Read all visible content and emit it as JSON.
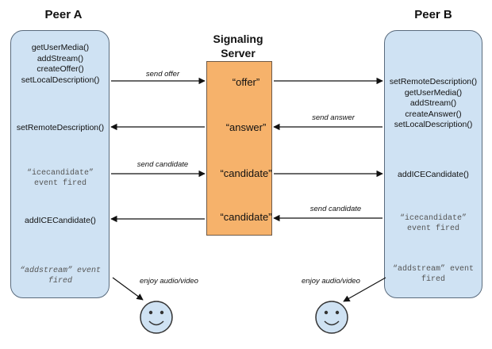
{
  "peer_a": {
    "title": "Peer A",
    "calls_1": [
      "getUserMedia()",
      "addStream()",
      "createOffer()",
      "setLocalDescription()"
    ],
    "set_remote": "setRemoteDescription()",
    "icecandidate_event": [
      "“icecandidate”",
      "event fired"
    ],
    "add_ice": "addICECandidate()",
    "addstream_event": [
      "“addstream” event",
      "fired"
    ]
  },
  "peer_b": {
    "title": "Peer B",
    "calls_1": [
      "setRemoteDescription()",
      "getUserMedia()",
      "addStream()",
      "createAnswer()",
      "setLocalDescription()"
    ],
    "add_ice": "addICECandidate()",
    "icecandidate_event": [
      "“icecandidate”",
      "event fired"
    ],
    "addstream_event": [
      "“addstream” event",
      "fired"
    ]
  },
  "server": {
    "title_line1": "Signaling",
    "title_line2": "Server",
    "msg_offer": "“offer”",
    "msg_answer": "“answer”",
    "msg_candidate_1": "“candidate”",
    "msg_candidate_2": "“candidate”"
  },
  "arrows": {
    "send_offer": "send offer",
    "send_answer": "send answer",
    "send_candidate_1": "send candidate",
    "send_candidate_2": "send candidate",
    "enjoy_a": "enjoy audio/video",
    "enjoy_b": "enjoy audio/video"
  },
  "colors": {
    "peer_fill": "#cfe2f3",
    "server_fill": "#f6b26b",
    "face_fill": "#cfe2f3"
  },
  "icons": [
    "smiley-face-icon"
  ]
}
